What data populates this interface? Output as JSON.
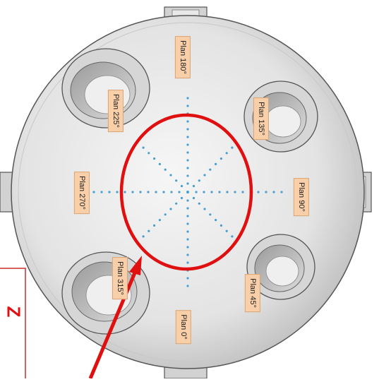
{
  "diagram": {
    "labels": [
      {
        "id": "plan-180",
        "text": "Plan 180°"
      },
      {
        "id": "plan-225",
        "text": "Plan 225°"
      },
      {
        "id": "plan-135",
        "text": "Plan 135°"
      },
      {
        "id": "plan-270",
        "text": "Plan 270°"
      },
      {
        "id": "plan-90",
        "text": "Plan 90°"
      },
      {
        "id": "plan-315",
        "text": "Plan 315°"
      },
      {
        "id": "plan-45",
        "text": "Plan 45°"
      },
      {
        "id": "plan-0",
        "text": "Plan 0°"
      }
    ],
    "callout_partial_text": "Z",
    "colors": {
      "highlight": "#e01010",
      "label_fill": "#f8cfa8",
      "point": "#4a9fd0",
      "dome": "#e6e6e6"
    }
  }
}
